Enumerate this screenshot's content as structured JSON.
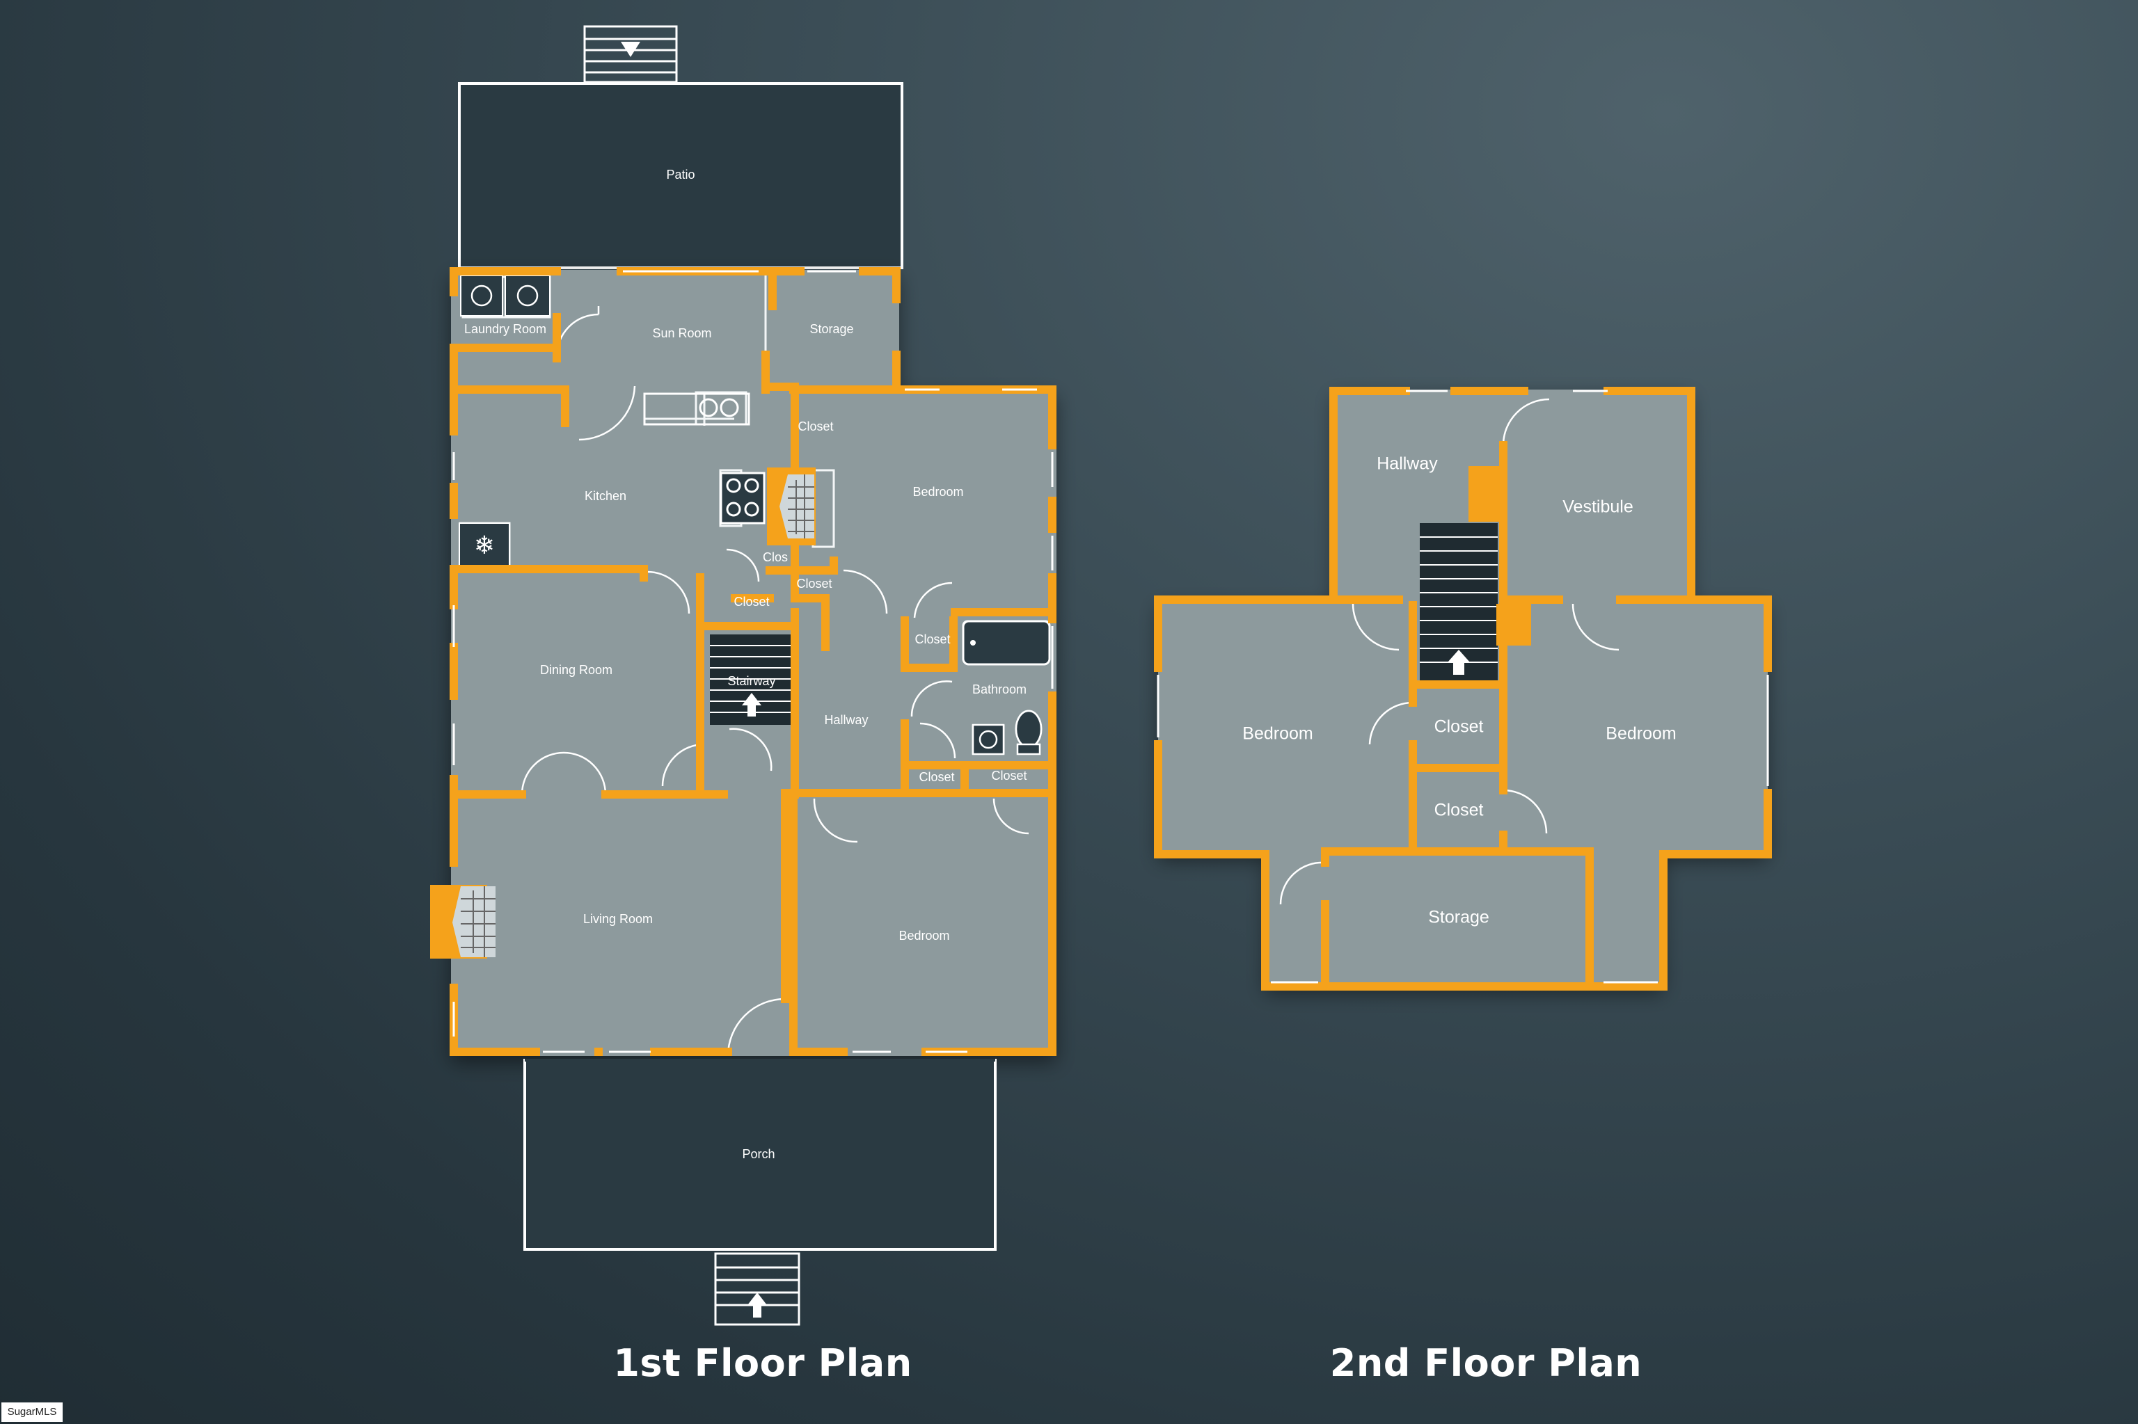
{
  "floors": [
    {
      "caption": "1st Floor Plan",
      "rooms": {
        "patio": "Patio",
        "laundry": "Laundry Room",
        "sunroom": "Sun Room",
        "storage": "Storage",
        "kitchen": "Kitchen",
        "closet_kitchen_top": "Closet",
        "closet_small": "Clos",
        "closet_mid": "Closet",
        "closet_center": "Closet",
        "bedroom_top": "Bedroom",
        "dining": "Dining Room",
        "stairway": "Stairway",
        "hallway": "Hallway",
        "closet_bath": "Closet",
        "bathroom": "Bathroom",
        "closet_bottom_left": "Closet",
        "closet_bottom_right": "Closet",
        "living": "Living Room",
        "bedroom_bottom": "Bedroom",
        "porch": "Porch"
      }
    },
    {
      "caption": "2nd Floor Plan",
      "rooms": {
        "hallway": "Hallway",
        "vestibule": "Vestibule",
        "bedroom_left": "Bedroom",
        "bedroom_right": "Bedroom",
        "closet_upper": "Closet",
        "closet_lower": "Closet",
        "storage": "Storage"
      }
    }
  ],
  "watermark": "SugarMLS",
  "colors": {
    "wall": "#f5a21b",
    "floor": "#8d9a9d",
    "line": "#ffffff",
    "background": "#2e3d45"
  }
}
